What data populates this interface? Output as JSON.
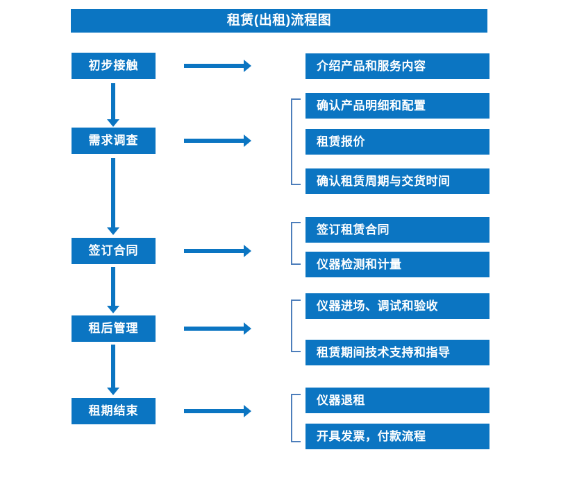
{
  "colors": {
    "box_blue": "#0b75c2",
    "bracket_blue": "#4d7ebb",
    "text_white": "#ffffff",
    "background": "#ffffff"
  },
  "title": "租赁(出租)流程图",
  "stages": [
    {
      "label": "初步接触"
    },
    {
      "label": "需求调查"
    },
    {
      "label": "签订合同"
    },
    {
      "label": "租后管理"
    },
    {
      "label": "租期结束"
    }
  ],
  "details": [
    {
      "label": "介绍产品和服务内容"
    },
    {
      "label": "确认产品明细和配置"
    },
    {
      "label": "租赁报价"
    },
    {
      "label": "确认租赁周期与交货时间"
    },
    {
      "label": "签订租赁合同"
    },
    {
      "label": "仪器检测和计量"
    },
    {
      "label": "仪器进场、调试和验收"
    },
    {
      "label": "租赁期间技术支持和指导"
    },
    {
      "label": "仪器退租"
    },
    {
      "label": "开具发票，付款流程"
    }
  ]
}
